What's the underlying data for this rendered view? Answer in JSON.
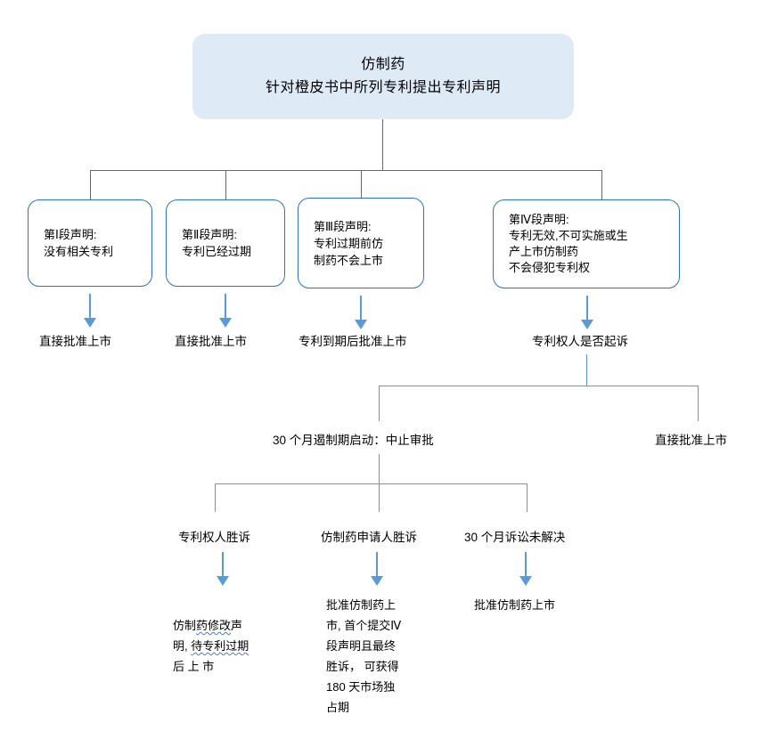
{
  "diagram": {
    "title_box": {
      "line1": "仿制药",
      "line2": "针对橙皮书中所列专利提出专利声明",
      "fill": "#DEEAF6"
    },
    "colors": {
      "box_border": "#2E75B6",
      "connector": "#5B9BD5",
      "header_fill": "#DEEAF6",
      "text": "#000000"
    },
    "declarations": [
      {
        "label": "第Ⅰ段声明:\n没有相关专利"
      },
      {
        "label": "第Ⅱ段声明:\n专利已经过期"
      },
      {
        "label": "第Ⅲ段声明:\n专利过期前仿\n制药不会上市"
      },
      {
        "label": "第Ⅳ段声明:\n专利无效,不可实施或生\n产上市仿制药\n不会侵犯专利权"
      }
    ],
    "outcomes_level1": [
      {
        "label": "直接批准上市"
      },
      {
        "label": "直接批准上市"
      },
      {
        "label": "专利到期后批准上市"
      },
      {
        "label": "专利权人是否起诉"
      }
    ],
    "litigation_branches": [
      {
        "label": "30 个月遏制期启动：中止审批"
      },
      {
        "label": "直接批准上市"
      }
    ],
    "verdict_branches": [
      {
        "label": "专利权人胜诉"
      },
      {
        "label": "仿制药申请人胜诉"
      },
      {
        "label": "30 个月诉讼未解决"
      }
    ],
    "final_outcomes": [
      {
        "parts": [
          {
            "text": "仿制",
            "wavy": false
          },
          {
            "text": "药修改",
            "wavy": true
          },
          {
            "text": "声\n明, ",
            "wavy": false
          },
          {
            "text": "待专利过期",
            "wavy": true
          },
          {
            "text": "\n后 上 市",
            "wavy": false
          }
        ],
        "plain": "仿制药修改声明, 待专利过期后 上 市"
      },
      {
        "plain": "批准仿制药上\n市, 首个提交Ⅳ\n段声明且最终\n胜诉， 可获得\n180  天市场独\n占期"
      },
      {
        "plain": "批准仿制药上市"
      }
    ]
  }
}
